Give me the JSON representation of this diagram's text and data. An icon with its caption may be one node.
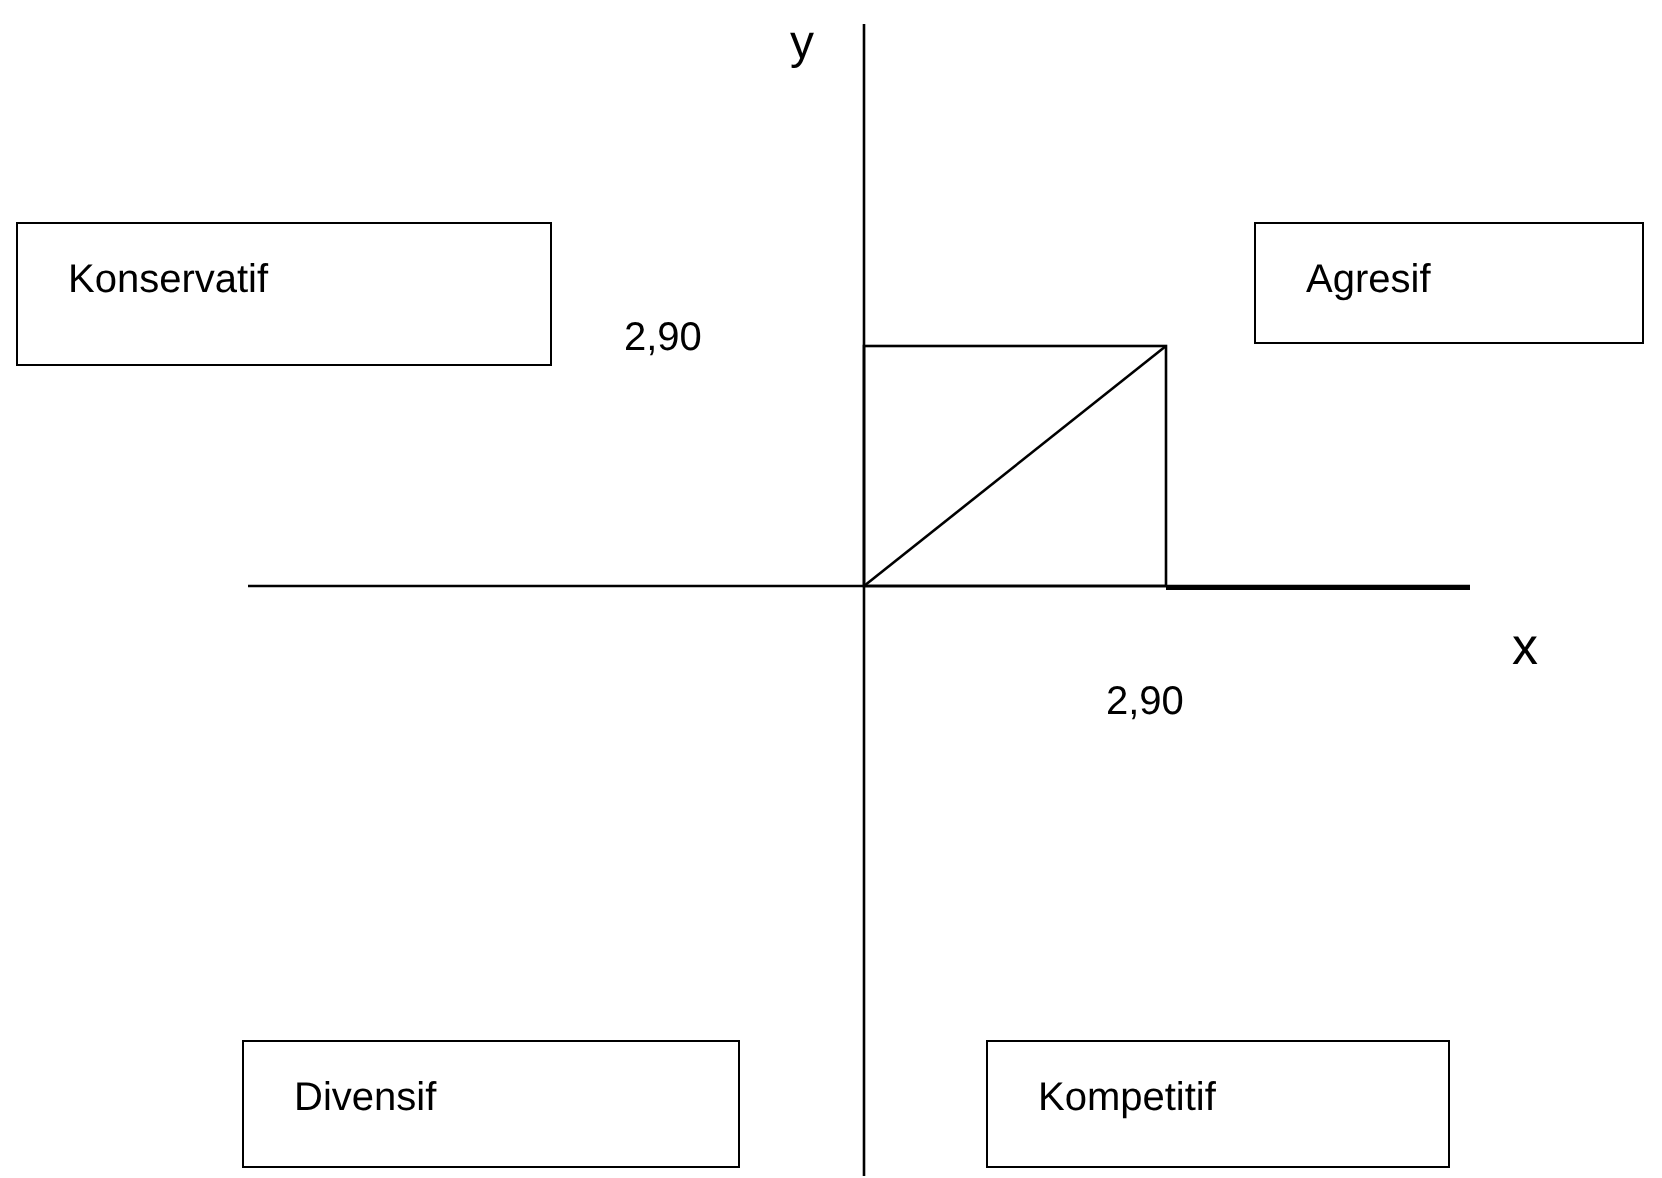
{
  "diagram": {
    "nodes": [
      {
        "text": [
          "Konservatif"
        ]
      },
      {
        "text": [
          "Agresif"
        ]
      },
      {
        "text": [
          "Divensif"
        ]
      },
      {
        "text": [
          "Kompetitif"
        ]
      }
    ],
    "edges": [],
    "labels": [
      "y",
      "2,90",
      "x",
      "2,90"
    ]
  }
}
